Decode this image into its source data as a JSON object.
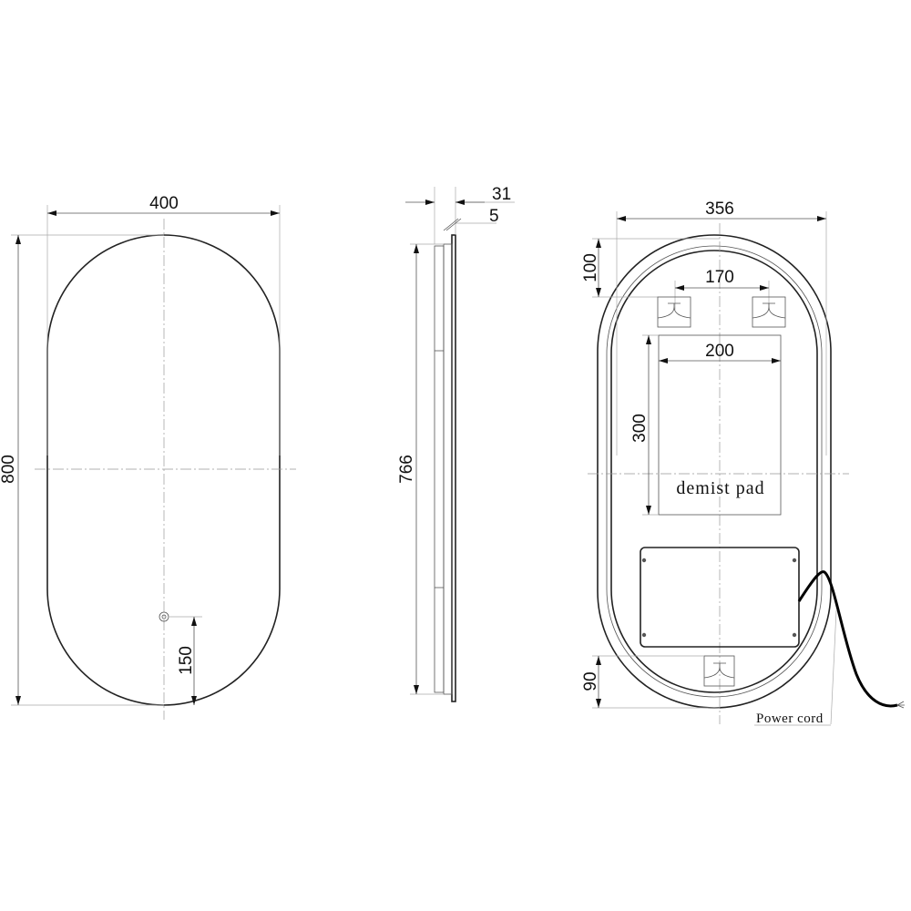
{
  "front_view": {
    "width": "400",
    "height": "800",
    "sensor_offset": "150"
  },
  "side_view": {
    "depth_total": "31",
    "glass_thickness": "5",
    "frame_height": "766"
  },
  "back_view": {
    "frame_width": "356",
    "top_offset": "100",
    "hook_spacing": "170",
    "pad_width": "200",
    "pad_height": "300",
    "pad_label": "demist pad",
    "bottom_offset": "90",
    "cord_label": "Power cord"
  },
  "colors": {
    "line": "#222222",
    "cord": "#000000"
  }
}
